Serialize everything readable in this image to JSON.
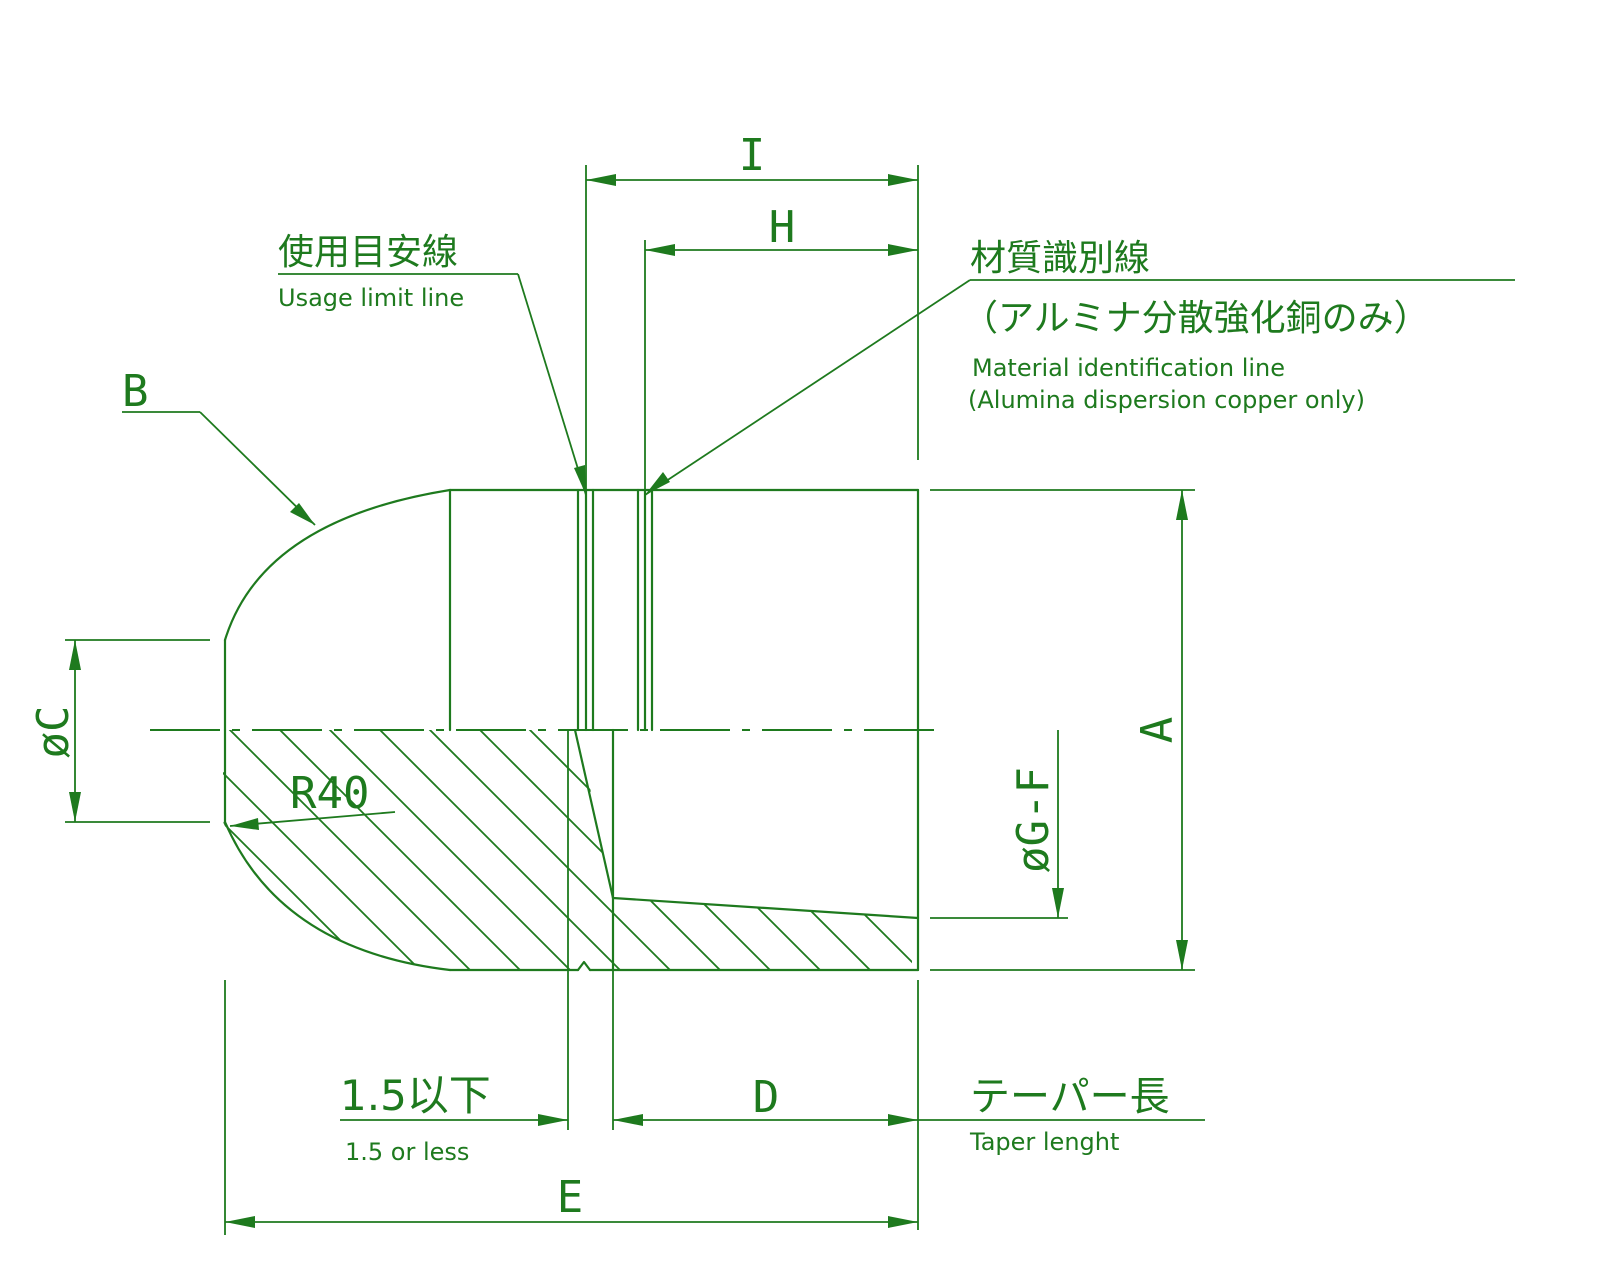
{
  "labels": {
    "dim_I": "I",
    "dim_H": "H",
    "dim_B": "B",
    "dim_C": "øC",
    "dim_R40": "R40",
    "dim_GF": "øG-F",
    "dim_A": "A",
    "dim_D": "D",
    "dim_E": "E",
    "usage_jp": "使用目安線",
    "usage_en": "Usage limit line",
    "material_jp": "材質識別線",
    "material_jp2": "（アルミナ分散強化銅のみ）",
    "material_en": "Material identification line",
    "material_en2": "(Alumina dispersion copper only)",
    "limit_jp": "1.5以下",
    "limit_en": "1.5 or less",
    "taper_jp": "テーパー長",
    "taper_en": "Taper lenght"
  },
  "colors": {
    "line": "#1e7a1e",
    "background": "#ffffff"
  }
}
